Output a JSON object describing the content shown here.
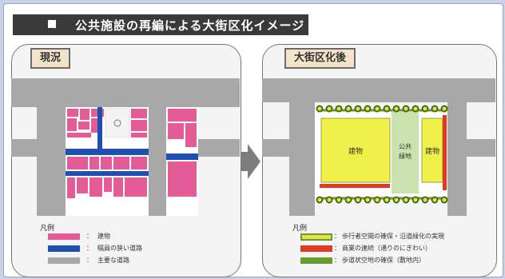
{
  "header": {
    "title": "公共施設の再編による大街区化イメージ"
  },
  "left_panel": {
    "tag": "現況",
    "legend": {
      "label": "凡例",
      "items": [
        {
          "text": "建物",
          "color": "#e45c97"
        },
        {
          "text": "幅員の狭い道路",
          "color": "#1f4fb0"
        },
        {
          "text": "主要な道路",
          "color": "#a8a8a8"
        }
      ]
    }
  },
  "right_panel": {
    "tag": "大街区化後",
    "labels": {
      "building_main": "建物",
      "park": "公共 緑地",
      "building_small": "建物"
    },
    "legend": {
      "label": "凡例",
      "items": [
        {
          "text": "歩行者空間の確保・沿道緑化の実現",
          "color": "#e8e04a"
        },
        {
          "text": "商業の連続（通りのにぎわい）",
          "color": "#e23a22"
        },
        {
          "text": "歩道状空地の確保（敷地内）",
          "color": "#6b9a2e"
        }
      ]
    }
  },
  "colors": {
    "building": "#e45c97",
    "narrow_road": "#1f4fb0",
    "major_road": "#a8a8a8",
    "new_building": "#f0f04a",
    "park": "#c9e2b0",
    "commerce": "#e23a22",
    "greenery": "#6b9a2e"
  }
}
